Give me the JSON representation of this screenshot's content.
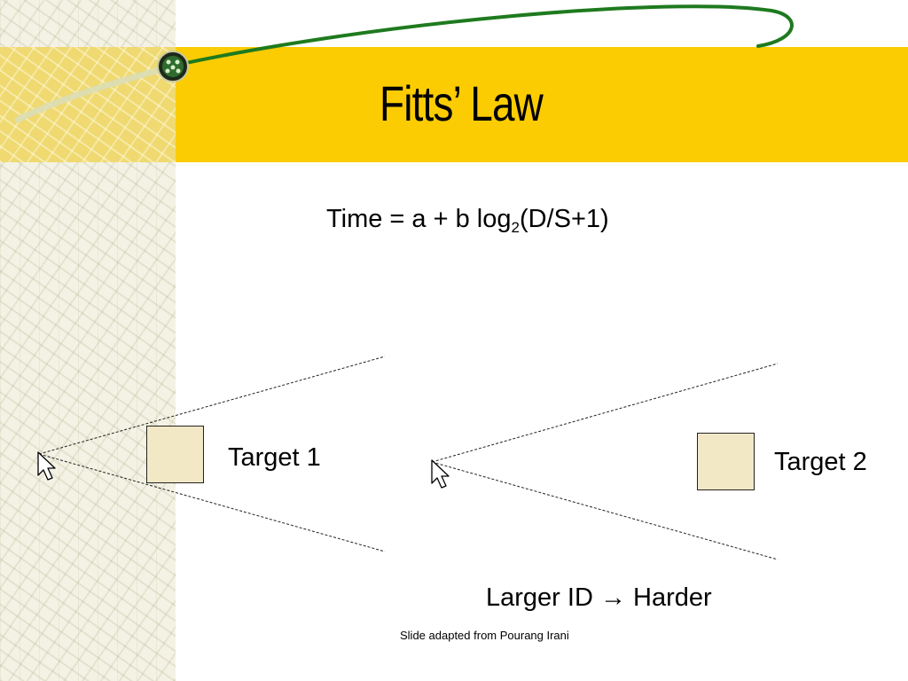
{
  "slide": {
    "title": "Fitts’ Law",
    "formula": {
      "prefix": "Time = a + b log",
      "subscript": "2",
      "suffix": "(D/S+1)"
    },
    "targets": [
      {
        "label": "Target 1"
      },
      {
        "label": "Target 2"
      }
    ],
    "conclusion": "Larger ID → Harder",
    "credit": "Slide adapted from Pourang Irani"
  },
  "colors": {
    "title_band": "#FCCC02",
    "target_fill": "#F3E8C6",
    "logo_swoosh": "#1E7A1E"
  },
  "icons": [
    "mouse-cursor-icon",
    "logo-orb-icon"
  ]
}
